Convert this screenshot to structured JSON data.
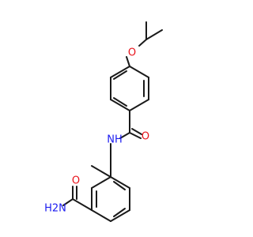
{
  "molecule": {
    "atoms": {
      "ether_oxygen": "O",
      "amide_nitrogen": "NH",
      "carbonyl_oxygen_1": "O",
      "carbonyl_oxygen_2": "O",
      "amine_nitrogen": "H2N"
    },
    "colors": {
      "bond": "#1a1a1a",
      "oxygen": "#e8121a",
      "nitrogen": "#1c1cf0"
    }
  }
}
